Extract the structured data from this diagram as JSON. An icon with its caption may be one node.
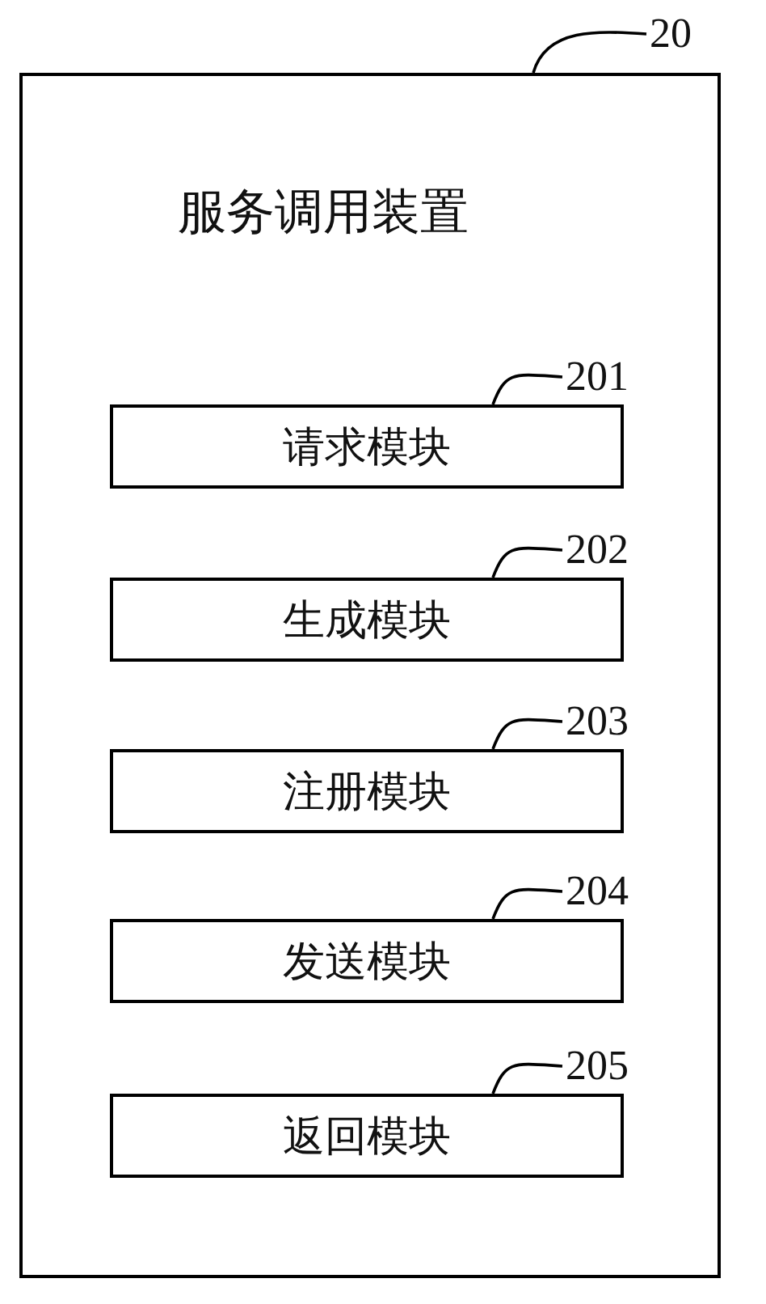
{
  "diagram": {
    "nodes": [
      {
        "text": [
          "20"
        ]
      },
      {
        "text": [
          "服务调用装置"
        ]
      },
      {
        "text": [
          "201"
        ],
        "in": 1
      },
      {
        "text": [
          "请求模块"
        ],
        "in": 1
      },
      {
        "text": [
          "202"
        ],
        "in": 1
      },
      {
        "text": [
          "生成模块"
        ],
        "in": 1
      },
      {
        "text": [
          "203"
        ],
        "in": 1
      },
      {
        "text": [
          "注册模块"
        ],
        "in": 1
      },
      {
        "text": [
          "204"
        ],
        "in": 1
      },
      {
        "text": [
          "发送模块"
        ],
        "in": 1
      },
      {
        "text": [
          "205"
        ],
        "in": 1
      },
      {
        "text": [
          "返回模块"
        ],
        "in": 1
      }
    ],
    "edges": [
      {
        "from": 0,
        "to": 1,
        "arrow": "none"
      },
      {
        "from": 2,
        "to": 3,
        "arrow": "none"
      },
      {
        "from": 4,
        "to": 5,
        "arrow": "none"
      },
      {
        "from": 6,
        "to": 7,
        "arrow": "none"
      },
      {
        "from": 8,
        "to": 9,
        "arrow": "none"
      },
      {
        "from": 10,
        "to": 11,
        "arrow": "none"
      }
    ]
  }
}
